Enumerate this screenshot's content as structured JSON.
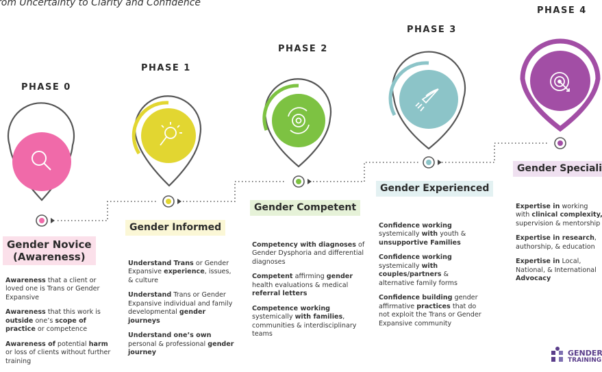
{
  "subtitle": "rom Uncertainty to Clarity and Confidence",
  "colors": {
    "phase0": "#f06aa9",
    "phase1": "#e2d631",
    "phase2": "#7dc242",
    "phase3": "#8cc4c8",
    "phase4": "#a24ea5",
    "title0_bg": "#fbe0ea",
    "title1_bg": "#fbf7d6",
    "title2_bg": "#e6f2d8",
    "title3_bg": "#e3f1f2",
    "title4_bg": "#efe0f0"
  },
  "phases": [
    {
      "label": "PHASE 0",
      "icon": "magnifier-icon",
      "title_line1": "Gender Novice",
      "title_line2": "(Awareness)",
      "items": [
        {
          "b1": "Awareness",
          "t1": " that a client or loved one is Trans or Gender Expansive"
        },
        {
          "b1": "Awareness",
          "t1": " that this work is ",
          "b2": "outside",
          "t2": " one’s ",
          "b3": "scope of practice",
          "t3": " or competence"
        },
        {
          "b1": "Awareness of",
          "t1": " potential ",
          "b2": "harm",
          "t2": " or loss of clients without further training"
        }
      ]
    },
    {
      "label": "PHASE 1",
      "icon": "lightbulb-icon",
      "title_line1": "Gender Informed",
      "items": [
        {
          "b1": "Understand Trans",
          "t1": " or Gender Expansive ",
          "b2": "experience",
          "t2": ", issues, & culture"
        },
        {
          "b1": "Understand",
          "t1": " Trans or Gender Expansive individual and family developmental ",
          "b2": "gender journeys"
        },
        {
          "b1": "Understand one’s own",
          "t1": " personal & professional ",
          "b2": "gender journey"
        }
      ]
    },
    {
      "label": "PHASE 2",
      "icon": "gear-cycle-icon",
      "title_line1": "Gender Competent",
      "items": [
        {
          "b1": "Competency with diagnoses",
          "t1": " of Gender Dysphoria and differential diagnoses"
        },
        {
          "b1": "Competent",
          "t1": " affirming ",
          "b2": "gender",
          "t2": " health evaluations & medical ",
          "b3": "referral letters"
        },
        {
          "b1": "Competence working",
          "t1": " systemically ",
          "b2": "with families",
          "t2": ", communities & interdisciplinary teams"
        }
      ]
    },
    {
      "label": "PHASE 3",
      "icon": "rocket-icon",
      "title_line1": "Gender Experienced",
      "items": [
        {
          "b1": "Confidence working",
          "t1": " systemically ",
          "b2": "with",
          "t2": " youth & ",
          "b3": "unsupportive Families"
        },
        {
          "b1": "Confidence working",
          "t1": " systemically ",
          "b2": "with couples/partners",
          "t2": " & alternative family forms"
        },
        {
          "b1": "Confidence building",
          "t1": " gender affirmative ",
          "b2": "practices",
          "t2": " that do not exploit the Trans or Gender Expansive community"
        }
      ]
    },
    {
      "label": "PHASE 4",
      "icon": "target-icon",
      "title_line1": "Gender Specialist",
      "items": [
        {
          "b1": "Expertise in",
          "t1": " working with ",
          "b2": "clinical complexity,",
          "t2": " supervision & mentorship"
        },
        {
          "b1": "Expertise in research",
          "t1": ", authorship, & education"
        },
        {
          "b1": "Expertise in",
          "t1": " Local, National, & International ",
          "b2": "Advocacy"
        }
      ]
    }
  ],
  "logo": {
    "line1": "GENDER H",
    "line2": "TRAINING IN"
  }
}
